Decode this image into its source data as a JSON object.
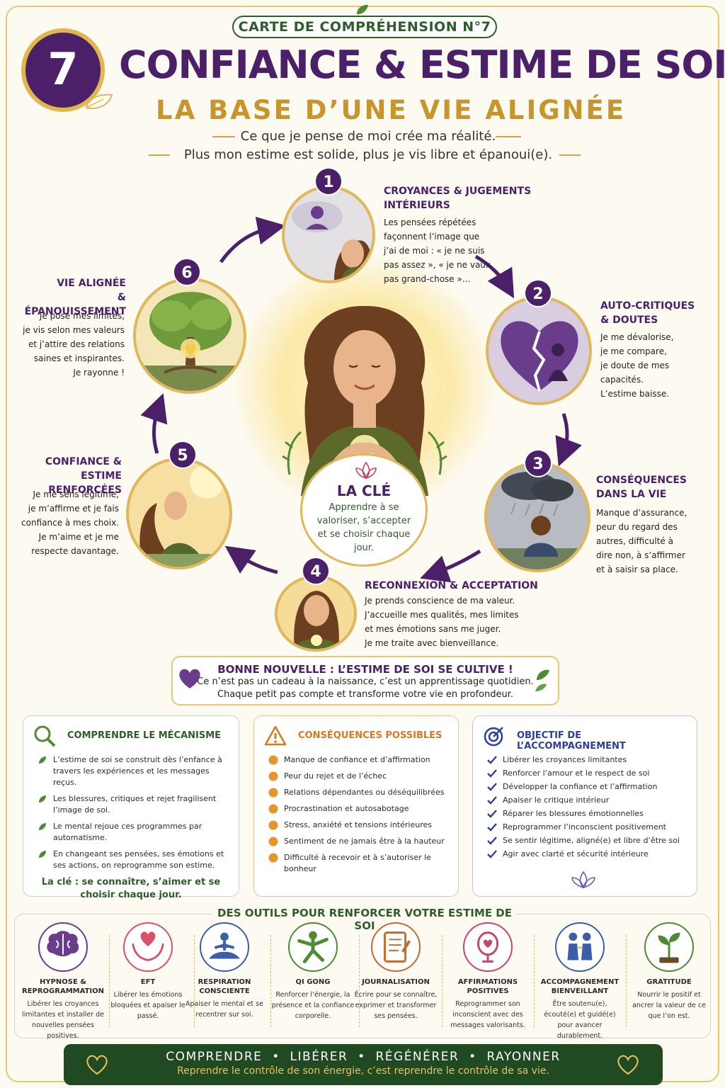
{
  "header": {
    "card_label": "CARTE DE COMPRÉHENSION N°7",
    "number": "7",
    "title": "CONFIANCE & ESTIME DE SOI",
    "subtitle": "LA BASE D’UNE VIE ALIGNÉE",
    "tagline_1": "Ce que je pense de moi crée ma réalité.",
    "tagline_2": "Plus mon estime est solide, plus je vis libre et épanoui(e)."
  },
  "cycle": {
    "steps": [
      {
        "num": "1",
        "title_1": "CROYANCES & JUGEMENTS",
        "title_2": "INTÉRIEURS",
        "text": [
          "Les pensées répétées",
          "façonnent l’image que",
          "j’ai de moi : « je ne suis",
          "pas assez », « je ne vaux",
          "pas grand-chose »..."
        ]
      },
      {
        "num": "2",
        "title_1": "AUTO-CRITIQUES",
        "title_2": "& DOUTES",
        "text": [
          "Je me dévalorise,",
          "je me compare,",
          "je doute de mes",
          "capacités.",
          "L’estime baisse."
        ]
      },
      {
        "num": "3",
        "title_1": "CONSÉQUENCES",
        "title_2": "DANS LA VIE",
        "text": [
          "Manque d’assurance,",
          "peur du regard des",
          "autres, difficulté à",
          "dire non, à s’affirmer",
          "et à saisir sa place."
        ]
      },
      {
        "num": "4",
        "title_1": "RECONNEXION & ACCEPTATION",
        "title_2": "",
        "text": [
          "Je prends conscience de ma valeur.",
          "J’accueille mes qualités, mes limites",
          "et mes émotions sans me juger.",
          "Je me traite avec bienveillance."
        ]
      },
      {
        "num": "5",
        "title_1": "CONFIANCE &",
        "title_2": "ESTIME RENFORCÉES",
        "text": [
          "Je me sens légitime,",
          "je m’affirme et je fais",
          "confiance à mes choix.",
          "Je m’aime et je me",
          "respecte davantage."
        ]
      },
      {
        "num": "6",
        "title_1": "VIE ALIGNÉE",
        "title_2": "& ÉPANOUISSEMENT",
        "text": [
          "Je pose mes limites,",
          "je vis selon mes valeurs",
          "et j’attire des relations",
          "saines et inspirantes.",
          "Je rayonne !"
        ]
      }
    ],
    "key": {
      "title": "LA CLÉ",
      "text": "Apprendre à se valoriser, s’accepter et se choisir chaque jour."
    }
  },
  "good_news": {
    "title": "BONNE NOUVELLE : L’ESTIME DE SOI SE CULTIVE !",
    "line_1": "Ce n’est pas un cadeau à la naissance, c’est un apprentissage quotidien.",
    "line_2": "Chaque petit pas compte et transforme votre vie en profondeur."
  },
  "panels": {
    "mechanism": {
      "title": "COMPRENDRE LE MÉCANISME",
      "items": [
        "L’estime de soi se construit dès l’enfance à travers les expériences et les messages reçus.",
        "Les blessures, critiques et rejet fragilisent l’image de soi.",
        "Le mental rejoue ces programmes par automatisme.",
        "En changeant ses pensées, ses émotions et ses actions, on reprogramme son estime."
      ],
      "footer": "La clé : se connaître, s’aimer et se choisir chaque jour."
    },
    "consequences": {
      "title": "CONSÉQUENCES POSSIBLES",
      "items": [
        "Manque de confiance et d’affirmation",
        "Peur du rejet et de l’échec",
        "Relations dépendantes ou déséquilibrées",
        "Procrastination et autosabotage",
        "Stress, anxiété et tensions intérieures",
        "Sentiment de ne jamais être à la hauteur",
        "Difficulté à recevoir et à s’autoriser le bonheur"
      ]
    },
    "objective": {
      "title": "OBJECTIF DE L’ACCOMPAGNEMENT",
      "items": [
        "Libérer les croyances limitantes",
        "Renforcer l’amour et le respect de soi",
        "Développer la confiance et l’affirmation",
        "Apaiser le critique intérieur",
        "Réparer les blessures émotionnelles",
        "Reprogrammer l’inconscient positivement",
        "Se sentir légitime, aligné(e) et libre d’être soi",
        "Agir avec clarté et sécurité intérieure"
      ]
    }
  },
  "tools": {
    "heading": "DES OUTILS POUR RENFORCER VOTRE ESTIME DE SOI",
    "items": [
      {
        "name": "HYPNOSE & REPROGRAMMATION",
        "desc": "Libérer les croyances limitantes et installer de nouvelles pensées positives.",
        "icon": "brain-icon",
        "color": "#6a3c8c"
      },
      {
        "name": "EFT",
        "desc": "Libérer les émotions bloquées et apaiser le passé.",
        "icon": "hands-heart-icon",
        "color": "#d9506a"
      },
      {
        "name": "RESPIRATION CONSCIENTE",
        "desc": "Apaiser le mental et se recentrer sur soi.",
        "icon": "meditation-icon",
        "color": "#3a5fa8"
      },
      {
        "name": "QI GONG",
        "desc": "Renforcer l’énergie, la présence et la confiance corporelle.",
        "icon": "qigong-icon",
        "color": "#4f8a34"
      },
      {
        "name": "JOURNALISATION",
        "desc": "Écrire pour se connaître, exprimer et transformer ses pensées.",
        "icon": "notebook-icon",
        "color": "#c86a2a"
      },
      {
        "name": "AFFIRMATIONS POSITIVES",
        "desc": "Reprogrammer son inconscient avec des messages valorisants.",
        "icon": "mirror-heart-icon",
        "color": "#c4466a"
      },
      {
        "name": "ACCOMPAGNEMENT BIENVEILLANT",
        "desc": "Être soutenu(e), écouté(e) et guidé(e) pour avancer durablement.",
        "icon": "people-icon",
        "color": "#3a5fa8"
      },
      {
        "name": "GRATITUDE",
        "desc": "Nourrir le positif et ancrer la valeur de ce que l’on est.",
        "icon": "sprout-icon",
        "color": "#4f8a34"
      }
    ]
  },
  "footer": {
    "w1": "COMPRENDRE",
    "w2": "LIBÉRER",
    "w3": "RÉGÉNÉRER",
    "w4": "RAYONNER",
    "sep": "•",
    "sub": "Reprendre le contrôle de son énergie, c’est reprendre le contrôle de sa vie."
  },
  "colors": {
    "purple": "#4b2069",
    "gold": "#c8952a",
    "green": "#2f5d2a",
    "orange": "#d9761f",
    "blue": "#2c3e9c"
  }
}
